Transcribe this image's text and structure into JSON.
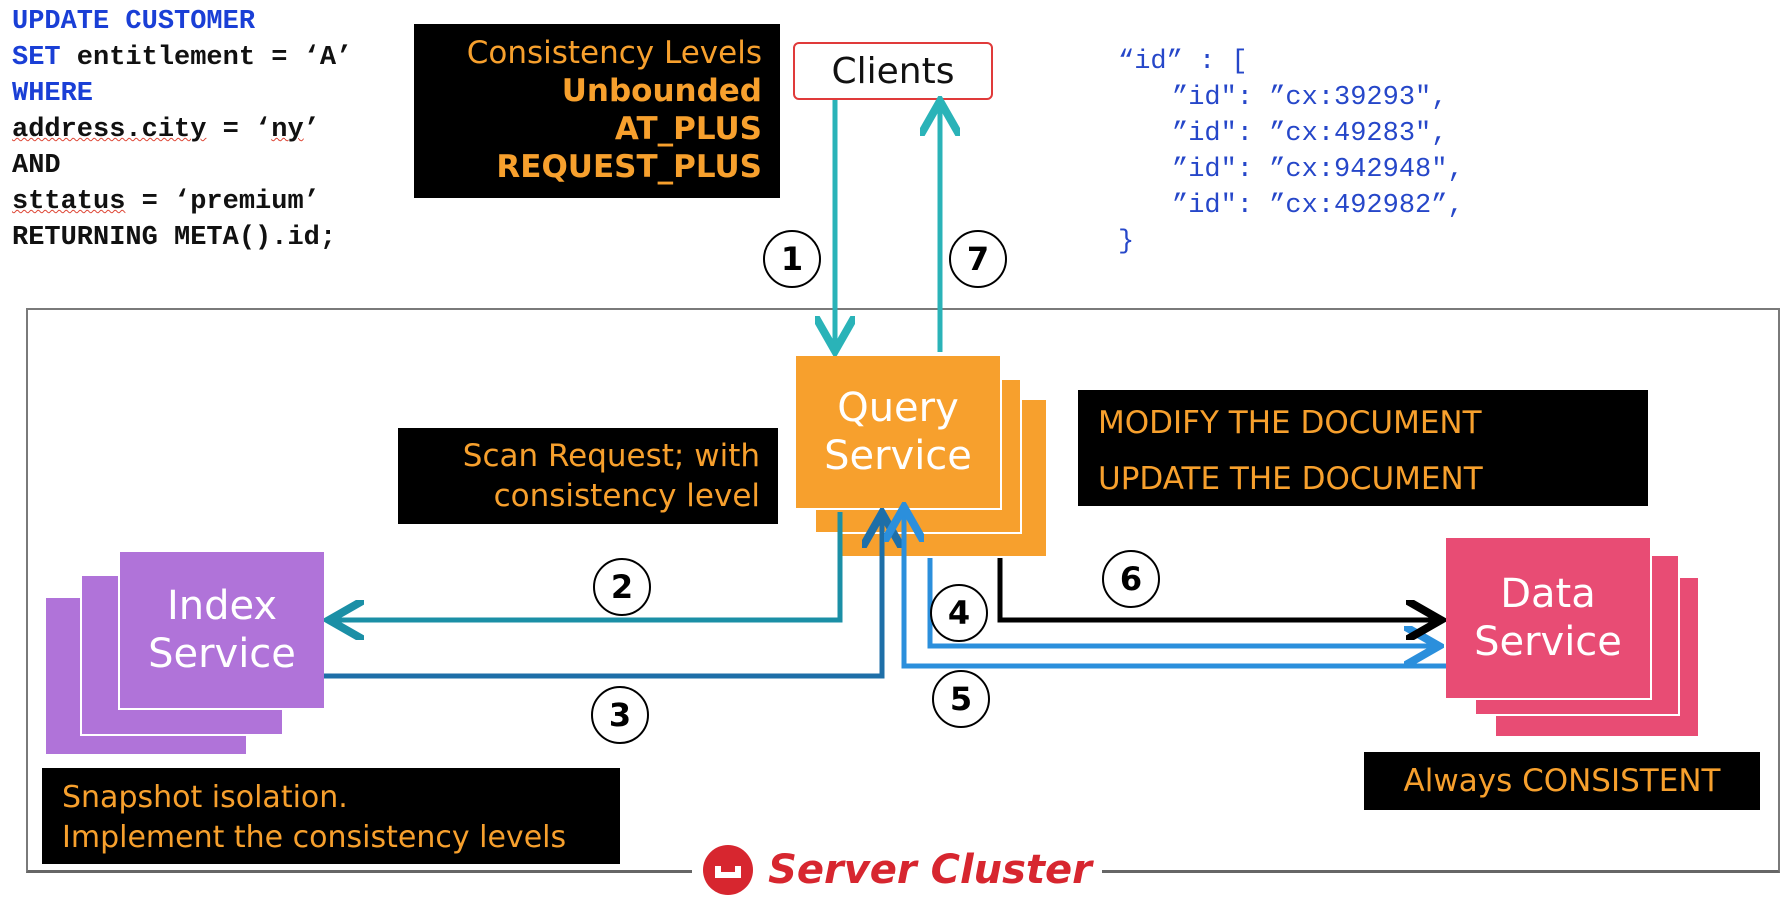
{
  "sql": {
    "line1": "UPDATE CUSTOMER",
    "line2_kw": "SET",
    "line2_rest": " entitlement = ‘A’",
    "line3": "WHERE",
    "line4_a": "address.city",
    "line4_b": " = ‘",
    "line4_c": "ny",
    "line4_d": "’",
    "line5": "AND",
    "line6_a": "sttatus",
    "line6_b": " = ‘premium’",
    "line7": "RETURNING META().id;"
  },
  "consistency_box": {
    "title": "Consistency Levels",
    "levels": [
      "Unbounded",
      "AT_PLUS",
      "REQUEST_PLUS"
    ]
  },
  "clients_label": "Clients",
  "json_output": {
    "open": "“id” : [",
    "rows": [
      "”id\": ”cx:39293\",",
      "”id\": ”cx:49283\",",
      "”id\": ”cx:942948\",",
      "”id\": ”cx:492982”,"
    ],
    "close": "}"
  },
  "steps": [
    "1",
    "2",
    "3",
    "4",
    "5",
    "6",
    "7"
  ],
  "query_service": "Query Service",
  "query_service_lines": [
    "Query",
    "Service"
  ],
  "index_service_lines": [
    "Index",
    "Service"
  ],
  "data_service_lines": [
    "Data",
    "Service"
  ],
  "scan_request": {
    "line1": "Scan Request; with",
    "line2": "consistency level"
  },
  "modify_box": {
    "line1": "MODIFY THE DOCUMENT",
    "line2": "UPDATE THE DOCUMENT"
  },
  "snapshot_box": {
    "line1": "Snapshot isolation.",
    "line2": "Implement the consistency levels"
  },
  "always_consistent": "Always CONSISTENT",
  "cluster_label": "Server Cluster",
  "colors": {
    "orange": "#f7a02d",
    "purple": "#b073d9",
    "pink": "#e84c74",
    "teal": "#2ab3b8",
    "blue_dark": "#1e6fa8",
    "blue_light": "#2b8fdc",
    "brand_red": "#d7262f"
  }
}
